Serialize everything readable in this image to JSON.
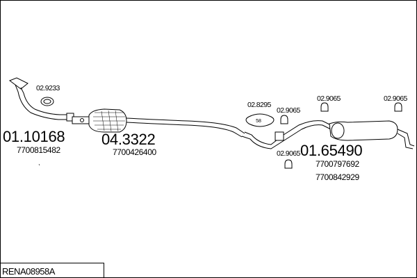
{
  "reference": "RENA08958A",
  "parts": {
    "p1_number": "01.10168",
    "p1_oe": "7700815482",
    "p2_number": "04.3322",
    "p2_oe": "7700426400",
    "p3_number": "01.65490",
    "p3_oe_1": "7700797692",
    "p3_oe_2": "7700842929"
  },
  "accessories": {
    "gasket": "02.9233",
    "clamp": "02.8295",
    "rubber_1": "02.9065",
    "rubber_2": "02.9065",
    "rubber_3": "02.9065",
    "rubber_4": "02.9065"
  }
}
